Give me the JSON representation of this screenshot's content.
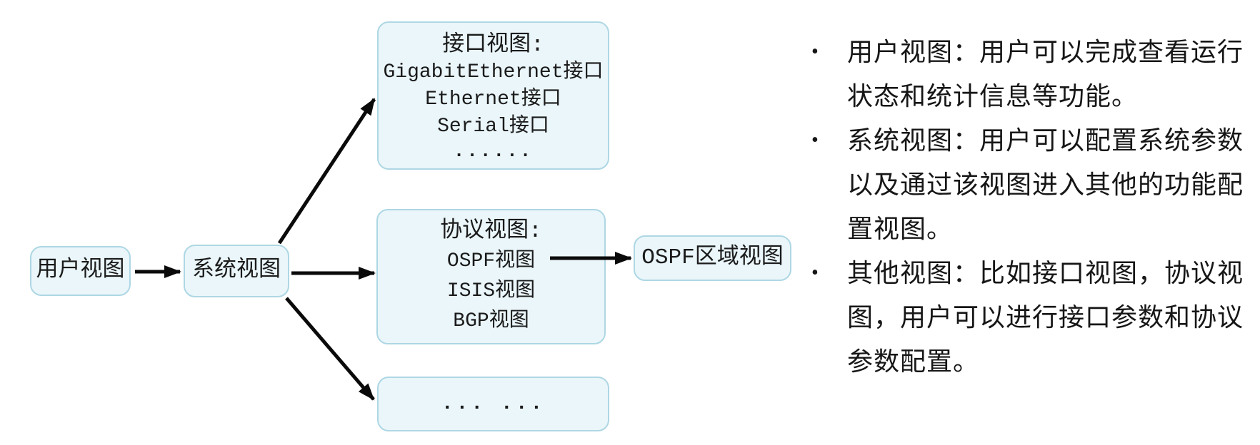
{
  "diagram": {
    "colors": {
      "box_fill": "#eaf6fa",
      "box_border": "#aed7e4",
      "arrow": "#0a0a0a",
      "text": "#161616",
      "background": "#ffffff"
    },
    "nodes": {
      "user_view": {
        "label": "用户视图"
      },
      "system_view": {
        "label": "系统视图"
      },
      "interface_view": {
        "title": "接口视图:",
        "items": [
          "GigabitEthernet接口",
          "Ethernet接口",
          "Serial接口"
        ],
        "ellipsis": "......"
      },
      "protocol_view": {
        "title": "协议视图:",
        "items": [
          "OSPF视图",
          "ISIS视图",
          "BGP视图"
        ]
      },
      "ospf_area_view": {
        "label": "OSPF区域视图"
      },
      "other_view": {
        "label": "...  ..."
      }
    },
    "edges": [
      "user_view -> system_view",
      "system_view -> interface_view",
      "system_view -> protocol_view",
      "system_view -> other_view",
      "protocol_view.OSPF视图 -> ospf_area_view"
    ]
  },
  "bullet_char": "•",
  "bullets": [
    {
      "lines": [
        "用户视图：用户可以完成查看运行",
        "状态和统计信息等功能。"
      ]
    },
    {
      "lines": [
        "系统视图：用户可以配置系统参数",
        "以及通过该视图进入其他的功能配",
        "置视图。"
      ]
    },
    {
      "lines": [
        "其他视图：比如接口视图，协议视",
        "图，用户可以进行接口参数和协议",
        "参数配置。"
      ]
    }
  ]
}
